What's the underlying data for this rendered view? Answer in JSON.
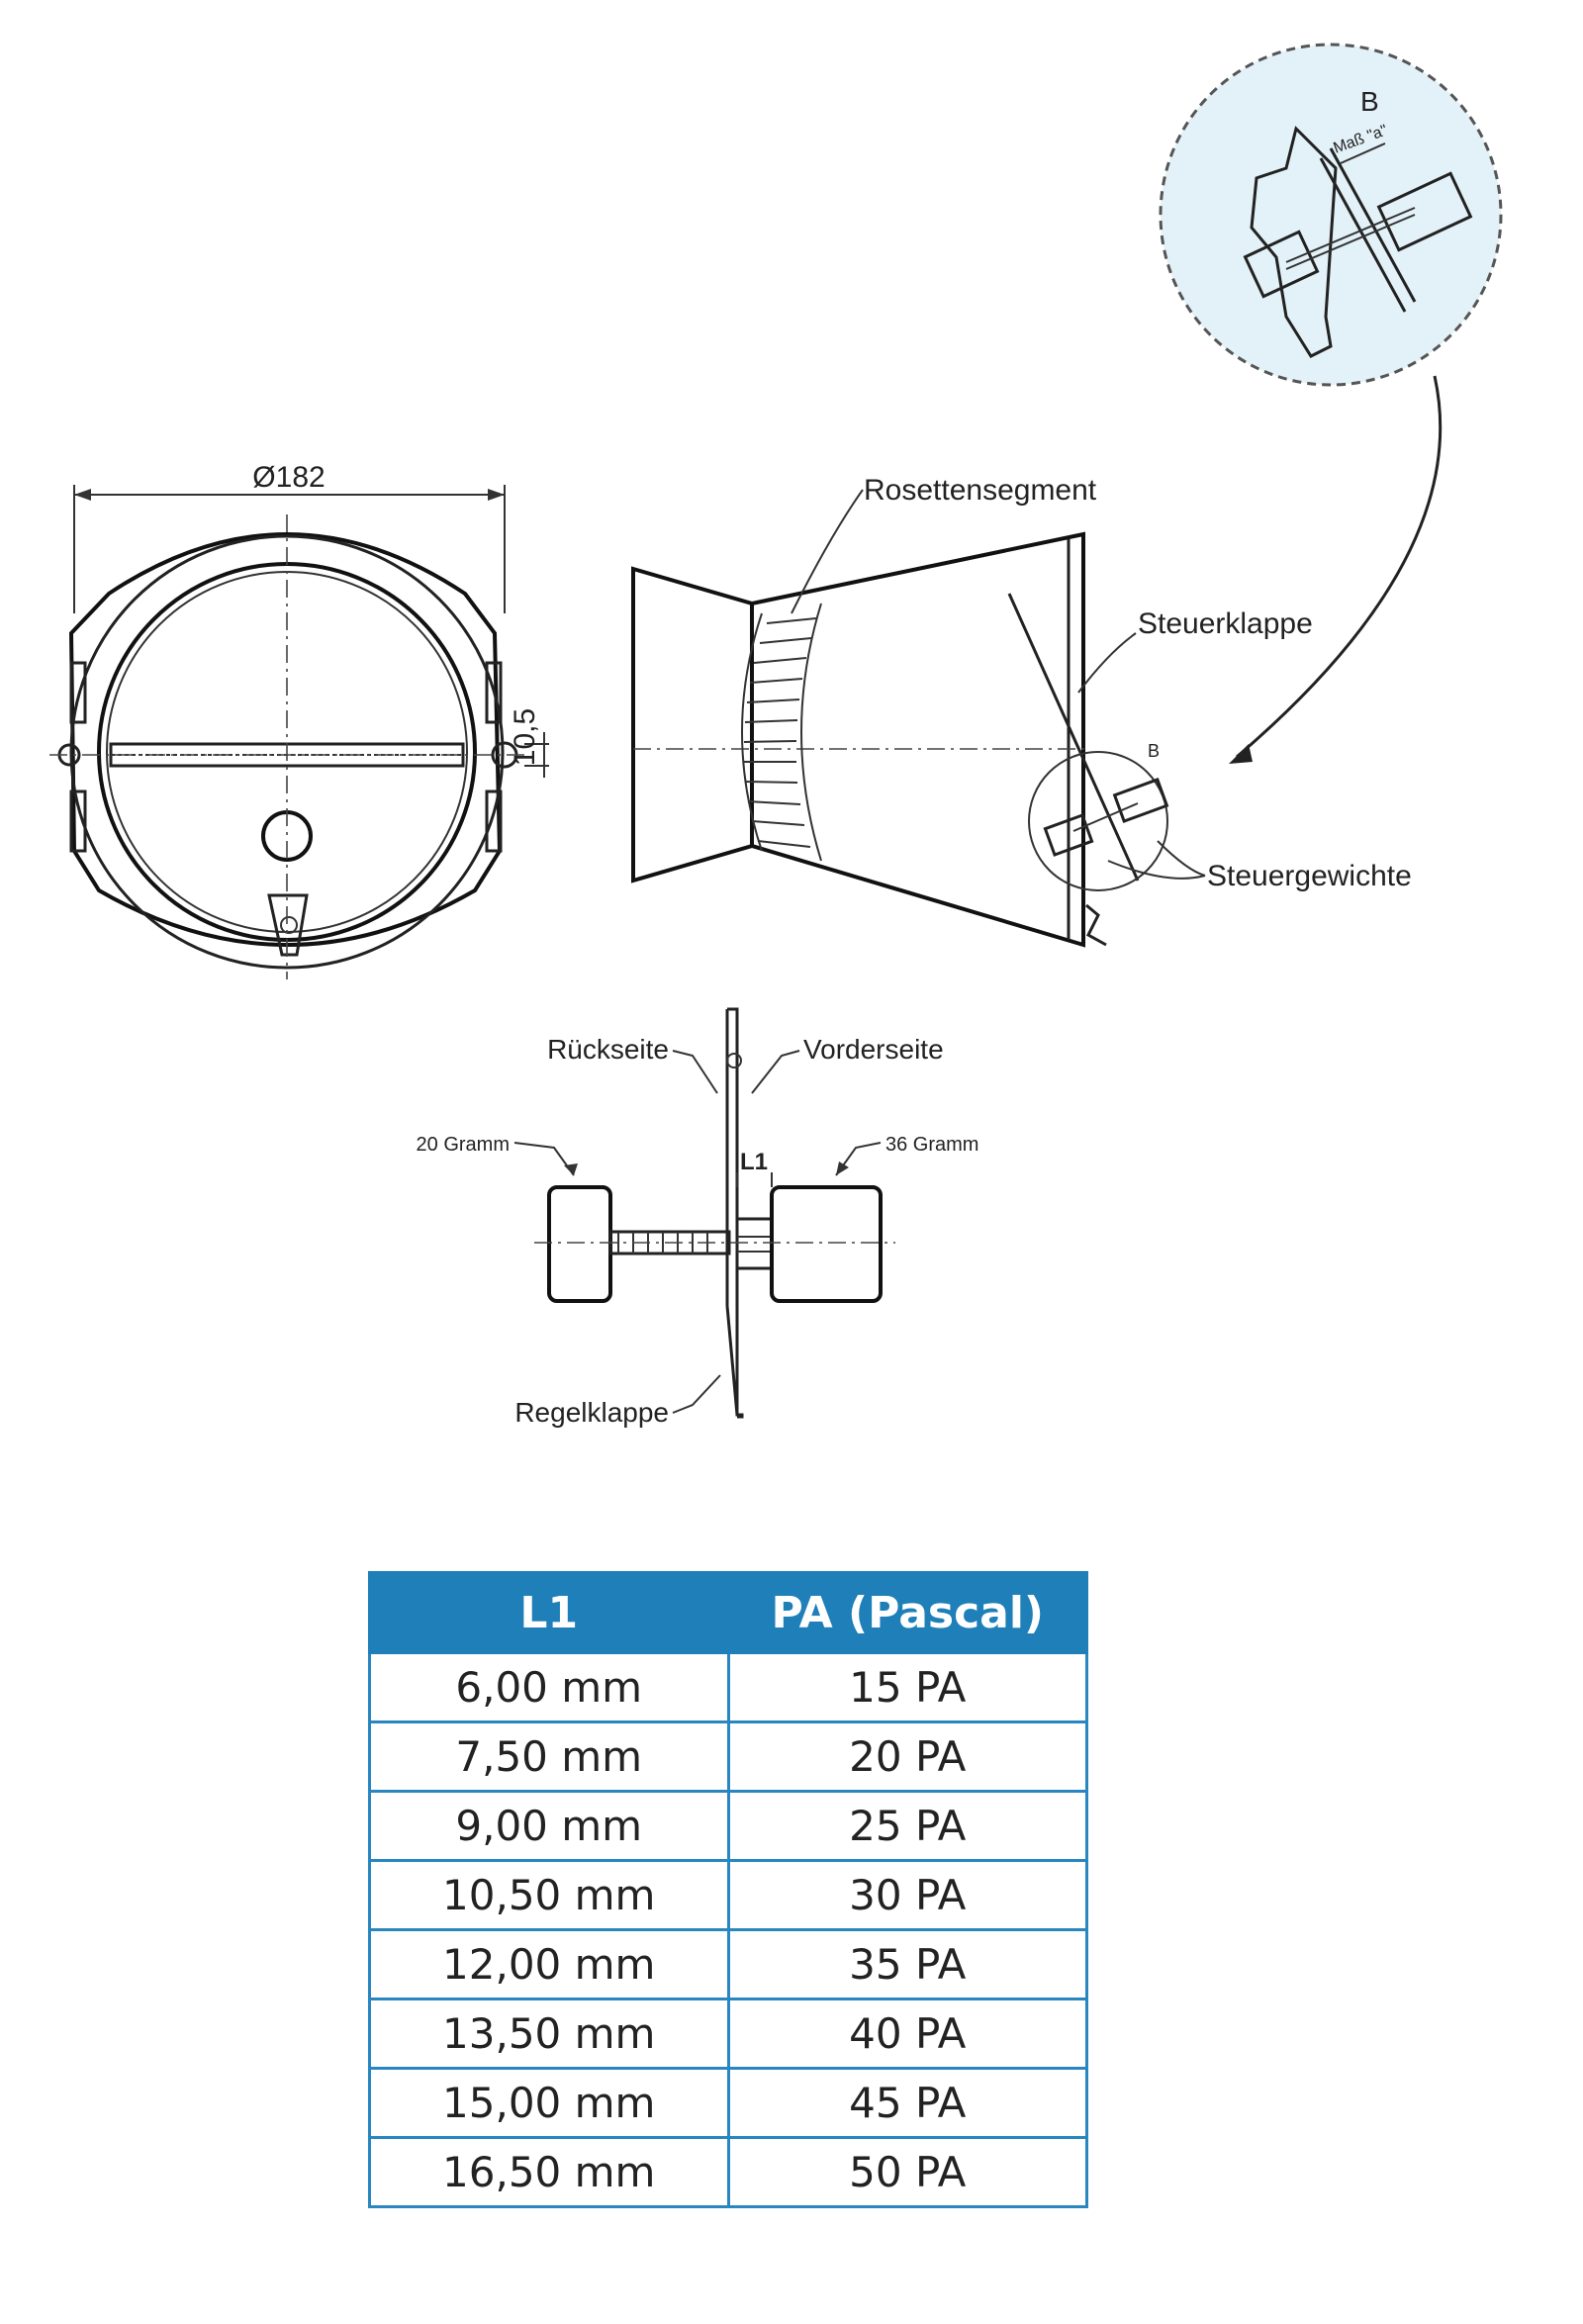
{
  "front_view": {
    "diameter_label": "Ø182",
    "height_label": "10,5"
  },
  "side_view": {
    "rosette_label": "Rosettensegment",
    "flap_label": "Steuerklappe",
    "weights_label": "Steuergewichte",
    "detail_marker": "B"
  },
  "detail_b": {
    "marker": "B",
    "dimension_label": "Maß \"a\""
  },
  "weight_detail": {
    "back_label": "Rückseite",
    "front_label": "Vorderseite",
    "left_weight_label": "20 Gramm",
    "right_weight_label": "36 Gramm",
    "distance_label": "L1",
    "plate_label": "Regelklappe"
  },
  "table": {
    "headers": [
      "L1",
      "PA (Pascal)"
    ],
    "rows": [
      [
        "6,00 mm",
        "15 PA"
      ],
      [
        "7,50 mm",
        "20 PA"
      ],
      [
        "9,00 mm",
        "25 PA"
      ],
      [
        "10,50 mm",
        "30 PA"
      ],
      [
        "12,00 mm",
        "35 PA"
      ],
      [
        "13,50 mm",
        "40 PA"
      ],
      [
        "15,00 mm",
        "45 PA"
      ],
      [
        "16,50 mm",
        "50 PA"
      ]
    ]
  },
  "colors": {
    "table_header": "#1f7fb8",
    "table_border": "#2a86c0",
    "detail_fill": "#e3f1f8"
  }
}
